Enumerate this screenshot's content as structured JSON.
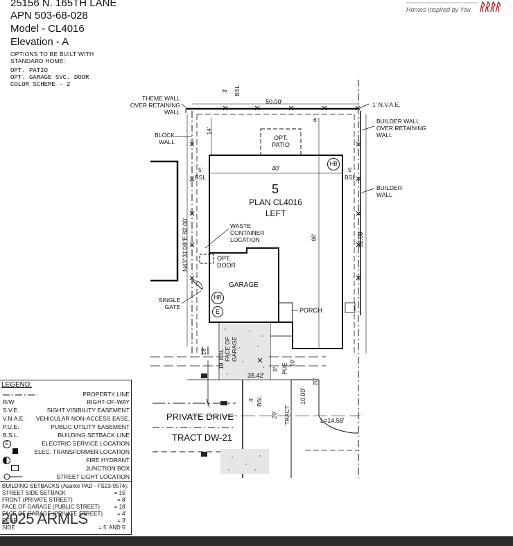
{
  "header": {
    "address": "25156 N. 165TH LANE",
    "apn": "APN 503-68-028",
    "model": "Model - CL4016",
    "elevation": "Elevation - A",
    "options_title_1": "OPTIONS TO BE BUILT WITH",
    "options_title_2": "STANDARD HOME:",
    "options": [
      "OPT. PATIO",
      "OPT. GARAGE SVC. DOOR",
      "COLOR SCHEME - 2"
    ]
  },
  "logo": {
    "tagline": "Homes Inspired by You"
  },
  "plan": {
    "lot_number": "5",
    "plan_name": "PLAN CL4016",
    "orientation": "LEFT",
    "garage": "GARAGE",
    "porch": "PORCH",
    "opt_patio_1": "OPT.",
    "opt_patio_2": "PATIO",
    "opt_door_1": "OPT.",
    "opt_door_2": "DOOR",
    "hb": "HB",
    "e": "E",
    "theme_wall": [
      "THEME WALL",
      "OVER RETAINING",
      "WALL"
    ],
    "block_wall": [
      "BLOCK",
      "WALL"
    ],
    "waste": [
      "WASTE",
      "CONTAINER",
      "LOCATION"
    ],
    "single_gate": [
      "SINGLE",
      "GATE"
    ],
    "nvae": "1' N.V.A.E.",
    "builder_wall_retaining": [
      "BUILDER WALL",
      "OVER RETAINING",
      "WALL"
    ],
    "builder_wall": [
      "BUILDER",
      "WALL"
    ],
    "dim_50": "50.00'",
    "dim_3": "3'",
    "bsl": "BSL",
    "dim_6": "6'",
    "dim_14": "14'",
    "dim_5": "5'",
    "dim_40": "40'",
    "dim_66": "66'",
    "dim_92": "92.00'",
    "bearing": "N43°31'09\"E 82.00'",
    "dim_18": "18'",
    "bsl_18": "18' BSL",
    "face_of_garage": "FACE OF GARAGE",
    "dim_8": "8'",
    "pue": "PUE",
    "dim_10": "10'",
    "dim_20": "20'",
    "dim_35": "35.42'",
    "dim_4": "4'",
    "dim_10_00": "10.00'",
    "tract": "TRACT",
    "arc": "L=14.58'",
    "private_drive": "PRIVATE DRIVE",
    "tract_dw": "TRACT DW-21"
  },
  "legend": {
    "title": "LEGEND;",
    "rows": [
      {
        "sym": "",
        "text": "PROPERTY LINE"
      },
      {
        "sym": "R/W",
        "text": "RIGHT-OF-WAY"
      },
      {
        "sym": "S.V.E.",
        "text": "SIGHT VISIBILITY EASEMENT"
      },
      {
        "sym": "V.N.A.E.",
        "text": "VEHICULAR NON-ACCESS EASE."
      },
      {
        "sym": "P.U.E.",
        "text": "PUBLIC UTILITY EASEMENT"
      },
      {
        "sym": "B.S.L.",
        "text": "BUILDING SETBACK LINE"
      },
      {
        "sym": "",
        "text": "ELECTRIC SERVICE LOCATION"
      },
      {
        "sym": "",
        "text": "ELEC. TRANSFORMER LOCATION"
      },
      {
        "sym": "",
        "text": "FIRE HYDRANT"
      },
      {
        "sym": "",
        "text": "JUNCTION BOX"
      },
      {
        "sym": "",
        "text": "STREET LIGHT LOCATION"
      }
    ]
  },
  "setbacks": {
    "title": "BUILDING SETBACKS (Asante PAD - FS23-0574):",
    "rows": [
      {
        "label": "STREET SIDE SETBACK",
        "value": "= 15'"
      },
      {
        "label": "FRONT (PRIVATE STREET)",
        "value": "= 8'"
      },
      {
        "label": "FACE OF GARAGE (PUBLIC STREET)",
        "value": "= 18'"
      },
      {
        "label": "FACE OF GARAGE (PRIVATE STREET)",
        "value": "= 4'"
      },
      {
        "label": "REAR",
        "value": "= 3'"
      },
      {
        "label": "SIDE",
        "value": "= 5' AND 5'"
      }
    ]
  },
  "watermark": "2025 ARMLS"
}
